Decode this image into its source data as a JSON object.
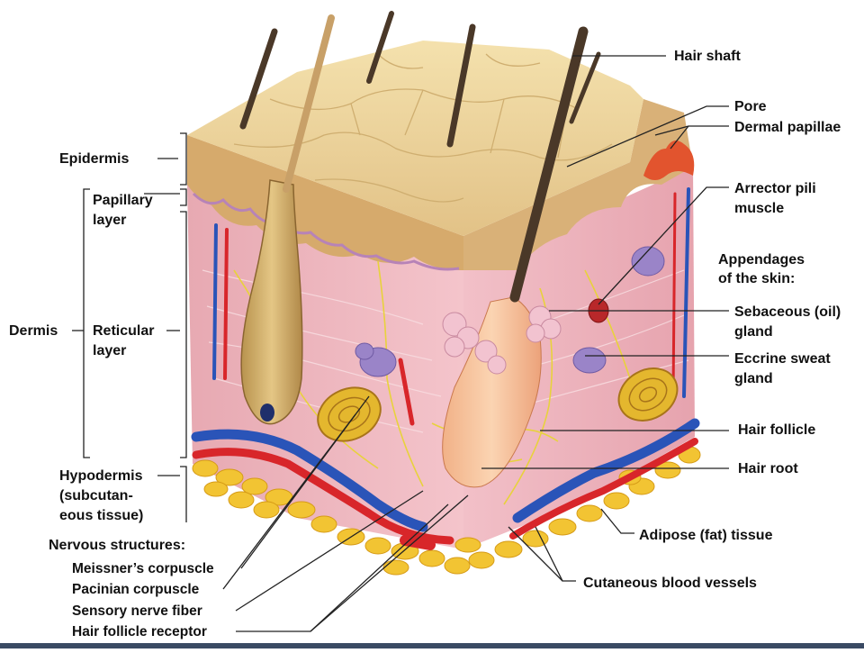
{
  "labels": {
    "hair_shaft": "Hair shaft",
    "pore": "Pore",
    "dermal_papillae": "Dermal papillae",
    "arrector_pili_1": "Arrector pili",
    "arrector_pili_2": "muscle",
    "appendages_1": "Appendages",
    "appendages_2": "of the skin:",
    "sebaceous_1": "Sebaceous (oil)",
    "sebaceous_2": "gland",
    "eccrine_1": "Eccrine sweat",
    "eccrine_2": "gland",
    "hair_follicle": "Hair follicle",
    "hair_root": "Hair root",
    "adipose": "Adipose (fat) tissue",
    "blood_vessels": "Cutaneous blood vessels",
    "epidermis": "Epidermis",
    "papillary_1": "Papillary",
    "papillary_2": "layer",
    "dermis": "Dermis",
    "reticular_1": "Reticular",
    "reticular_2": "layer",
    "hypodermis_1": "Hypodermis",
    "hypodermis_2": "(subcutan-",
    "hypodermis_3": "eous tissue)",
    "nervous": "Nervous structures:",
    "meissner": "Meissner’s corpuscle",
    "pacinian": "Pacinian corpuscle",
    "sensory": "Sensory nerve fiber",
    "hair_receptor": "Hair follicle receptor"
  },
  "colors": {
    "epidermis_top": "#e9cf95",
    "epidermis_side": "#d9b27a",
    "dermis": "#f0b8c0",
    "fat": "#f2c433",
    "artery": "#d8262a",
    "vein": "#2a54b8",
    "hair": "#5a4636",
    "nerve": "#e8d23c"
  }
}
